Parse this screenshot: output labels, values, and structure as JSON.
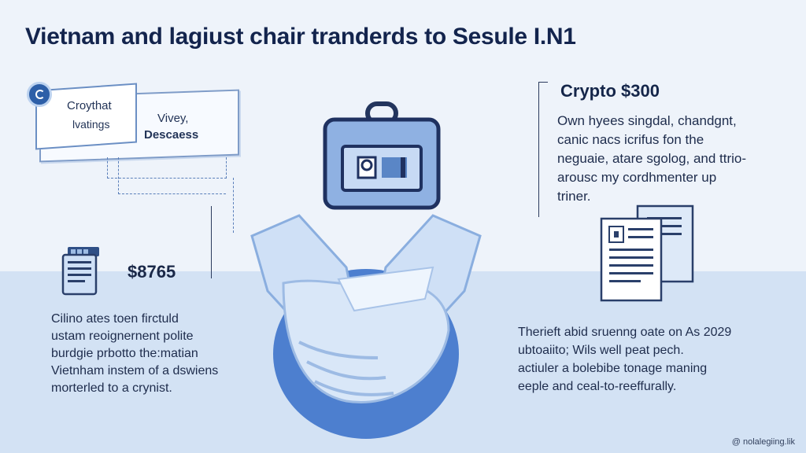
{
  "title": "Vietnam and lagiust chair tranderds to Sesule I.N1",
  "left_card": {
    "line1": "Croythat",
    "line2": "lvatings",
    "line3": "Vivey,",
    "line4": "Descaess"
  },
  "left_price": "$8765",
  "left_paragraph": [
    "Cilino ates toen firctuld",
    "ustam reoignernent polite",
    "burdgie prbotto the:matian",
    "Vietnham instem of a dswiens",
    "morterled to a crynist."
  ],
  "right_title": "Crypto $300",
  "right_top_paragraph": [
    "Own hyees singdal, chandgnt,",
    "canic nacs icrifus fon the",
    "neguaie, atare sgolog, and ttrio-",
    "arousc my cordhmenter up",
    "triner."
  ],
  "right_bottom_paragraph": [
    "Therieft abid sruenng oate on As 2029",
    "ubtoaiito; Wils well peat pech.",
    "actiuler a bolebibe tonage maning",
    "eeple and ceal-to-reeffurally."
  ],
  "footer": "@ nolalegiing.lik",
  "icons": [
    "link-badge-icon",
    "document-stack-icon",
    "briefcase-icon",
    "handshake-icon",
    "documents-icon"
  ],
  "colors": {
    "primary_dark": "#13244d",
    "accent_blue": "#2d5fa8",
    "light_band": "#d3e2f4",
    "background": "#eef3fa"
  }
}
